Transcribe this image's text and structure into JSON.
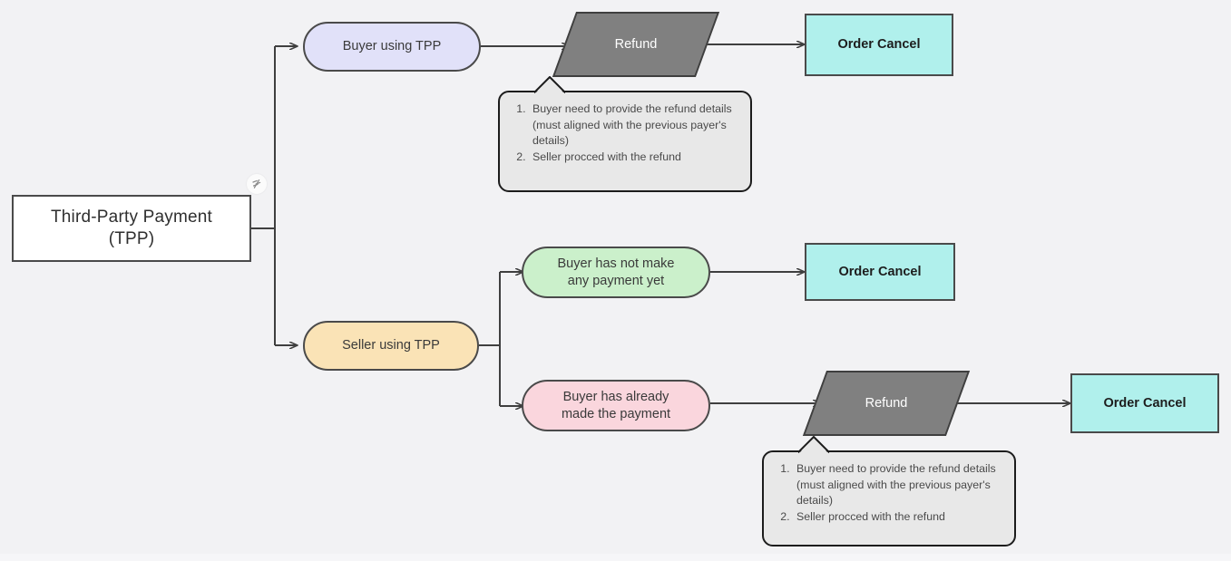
{
  "diagram": {
    "title": "Third-Party Payment (TPP) refund flow",
    "canvas_bg": "#f2f2f4",
    "edge_color": "#3f3f3f"
  },
  "nodes": {
    "root": {
      "label_line1": "Third-Party Payment",
      "label_line2": "(TPP)",
      "fill": "#ffffff",
      "stroke": "#4a4a4a",
      "shape": "rectangle"
    },
    "buyer_tpp": {
      "label": "Buyer using TPP",
      "fill": "#e1e1f9",
      "stroke": "#4a4a4a",
      "shape": "pill"
    },
    "refund_top": {
      "label": "Refund",
      "fill": "#808080",
      "stroke": "#3f3f3f",
      "shape": "parallelogram"
    },
    "order_cancel_top": {
      "label": "Order Cancel",
      "fill": "#b0f0ec",
      "stroke": "#4a4a4a",
      "shape": "rectangle"
    },
    "seller_tpp": {
      "label": "Seller using TPP",
      "fill": "#fae3b6",
      "stroke": "#4a4a4a",
      "shape": "pill"
    },
    "no_payment": {
      "label_line1": "Buyer has not make",
      "label_line2": "any payment yet",
      "fill": "#cbf0cb",
      "stroke": "#4a4a4a",
      "shape": "pill"
    },
    "order_cancel_mid": {
      "label": "Order Cancel",
      "fill": "#b0f0ec",
      "stroke": "#4a4a4a",
      "shape": "rectangle"
    },
    "already_paid": {
      "label_line1": "Buyer has already",
      "label_line2": "made the payment",
      "fill": "#fad6dd",
      "stroke": "#4a4a4a",
      "shape": "pill"
    },
    "refund_bottom": {
      "label": "Refund",
      "fill": "#808080",
      "stroke": "#3f3f3f",
      "shape": "parallelogram"
    },
    "order_cancel_bottom": {
      "label": "Order Cancel",
      "fill": "#b0f0ec",
      "stroke": "#4a4a4a",
      "shape": "rectangle"
    }
  },
  "notes": {
    "top": {
      "item1": "Buyer need to provide the refund details (must aligned with the previous payer's details)",
      "item2": "Seller procced with the refund",
      "fill": "#e8e8e8",
      "stroke": "#1c1c1c"
    },
    "bottom": {
      "item1": "Buyer need to provide the refund details (must aligned with the previous payer's details)",
      "item2": "Seller procced with the refund",
      "fill": "#e8e8e8",
      "stroke": "#1c1c1c"
    }
  },
  "badge": {
    "icon": "lightning-icon"
  },
  "edges": [
    {
      "from": "root",
      "to": "buyer_tpp"
    },
    {
      "from": "root",
      "to": "seller_tpp"
    },
    {
      "from": "buyer_tpp",
      "to": "refund_top"
    },
    {
      "from": "refund_top",
      "to": "order_cancel_top"
    },
    {
      "from": "seller_tpp",
      "to": "no_payment"
    },
    {
      "from": "no_payment",
      "to": "order_cancel_mid"
    },
    {
      "from": "seller_tpp",
      "to": "already_paid"
    },
    {
      "from": "already_paid",
      "to": "refund_bottom"
    },
    {
      "from": "refund_bottom",
      "to": "order_cancel_bottom"
    }
  ]
}
